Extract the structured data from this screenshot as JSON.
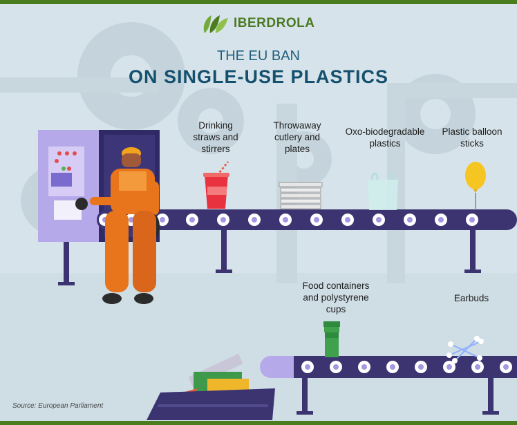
{
  "brand": {
    "name": "IBERDROLA"
  },
  "title": {
    "line1": "THE EU BAN",
    "line2": "ON SINGLE-USE PLASTICS"
  },
  "items": [
    {
      "label": "Drinking straws and stirrers",
      "icon": "cup-with-straw-icon"
    },
    {
      "label": "Throwaway cutlery and plates",
      "icon": "plates-stack-icon"
    },
    {
      "label": "Oxo-biodegradable plastics",
      "icon": "plastic-bag-icon"
    },
    {
      "label": "Plastic balloon sticks",
      "icon": "balloon-icon"
    },
    {
      "label": "Food containers and polystyrene cups",
      "icon": "cups-stack-icon"
    },
    {
      "label": "Earbuds",
      "icon": "earbuds-icon"
    }
  ],
  "source": "Source: European Parliament",
  "colors": {
    "brand_green": "#4b7d1e",
    "title_blue": "#15506e",
    "belt": "#3b3470",
    "worker_orange": "#e8741c",
    "machine_lilac": "#a597e0"
  }
}
